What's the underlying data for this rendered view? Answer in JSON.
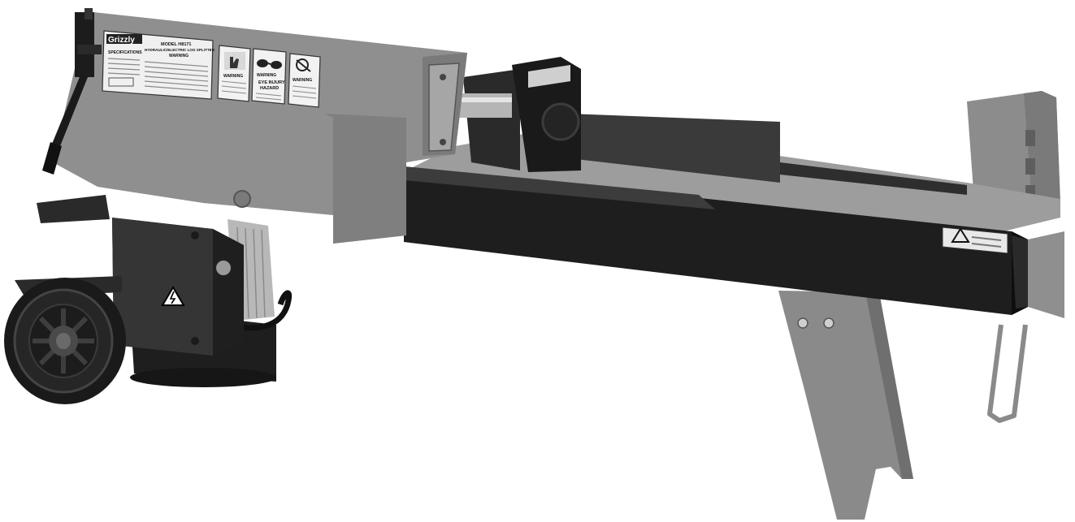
{
  "photo": {
    "subject": "hydraulic electric log splitter",
    "colors": {
      "background": "#ffffff",
      "body": "#8f8f8f",
      "body_shade": "#6e6e6e",
      "dark": "#2a2a2a",
      "black": "#141414",
      "metal": "#bdbdbd"
    }
  },
  "spec_label": {
    "brand": "Grizzly",
    "model": "MODEL H8171",
    "product": "HYDRAULIC/ELECTRIC LOG SPLITTER",
    "spec_heading": "SPECIFICATIONS",
    "warning_heading": "WARNING"
  },
  "safety_labels": {
    "warning1": "WARNING",
    "warning2": "WARNING",
    "eye_hazard_title": "EYE INJURY",
    "eye_hazard_word": "HAZARD",
    "warning3": "WARNING"
  },
  "icons": {
    "electrical_hazard": "high-voltage-icon",
    "hand_hazard": "hand-warning-icon",
    "eye_protection": "safety-glasses-icon",
    "entanglement": "entanglement-icon"
  }
}
